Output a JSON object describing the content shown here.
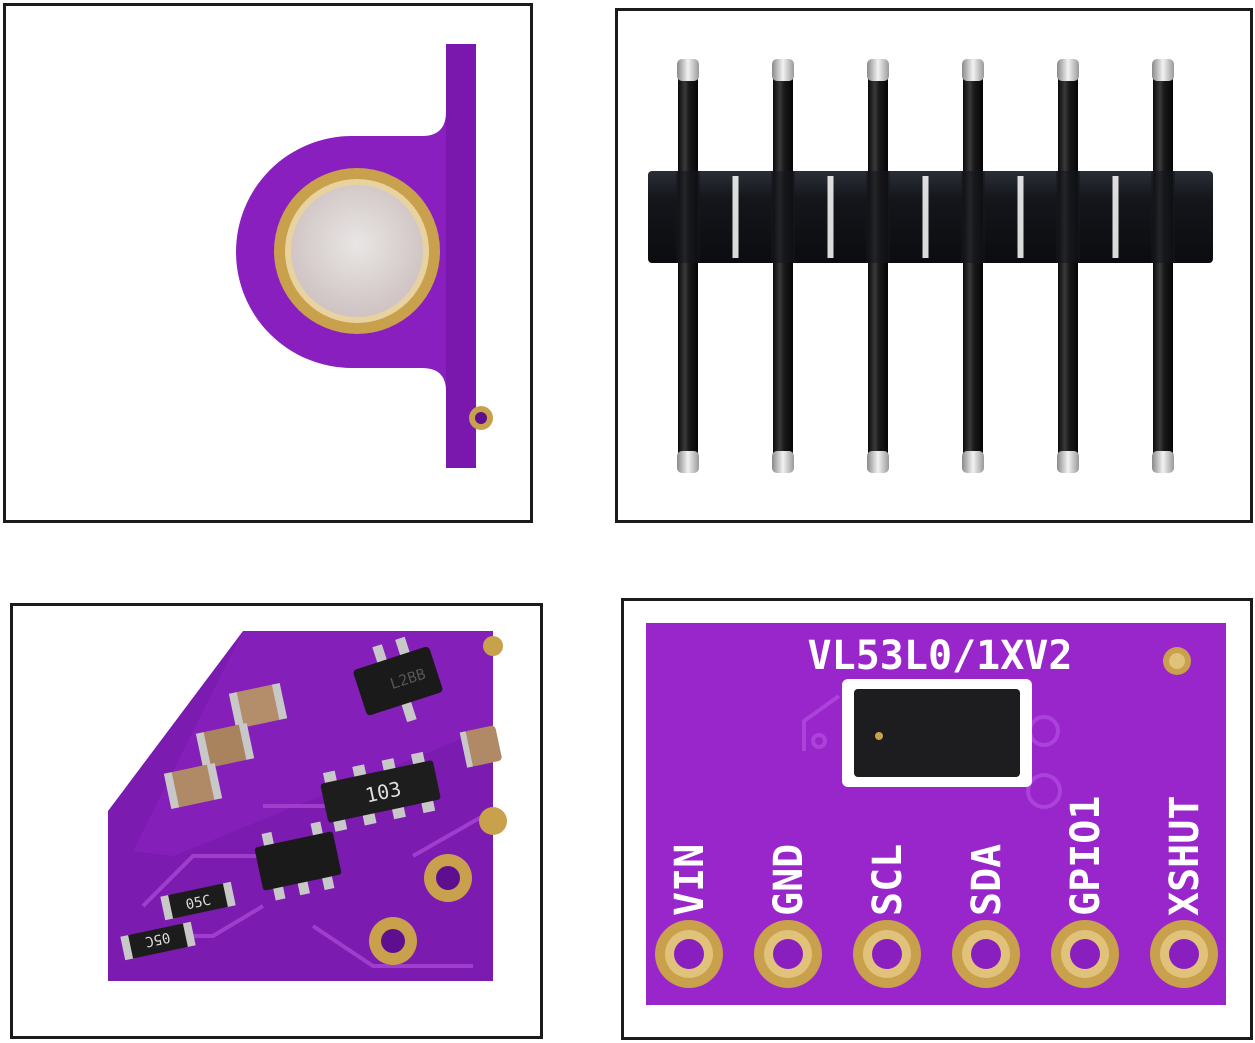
{
  "photos": [
    {
      "subject": "mounting-hole-closeup"
    },
    {
      "subject": "pin-header",
      "pin_count": 6
    },
    {
      "subject": "smd-components-closeup",
      "markings": {
        "resistor_array": "103",
        "resistor_1": "05C",
        "resistor_2": "05C",
        "transistor": "L2BB"
      }
    },
    {
      "subject": "vl53l0x-board",
      "board_label": "VL53L0/1XV2",
      "pins": [
        "VIN",
        "GND",
        "SCL",
        "SDA",
        "GPIO1",
        "XSHUT"
      ]
    }
  ],
  "colors": {
    "pcb_purple": "#8a1fc0",
    "pcb_dark": "#5d0f8f",
    "gold": "#c9a04c",
    "pin_black": "#111111",
    "metal": "#c8c8c8"
  }
}
